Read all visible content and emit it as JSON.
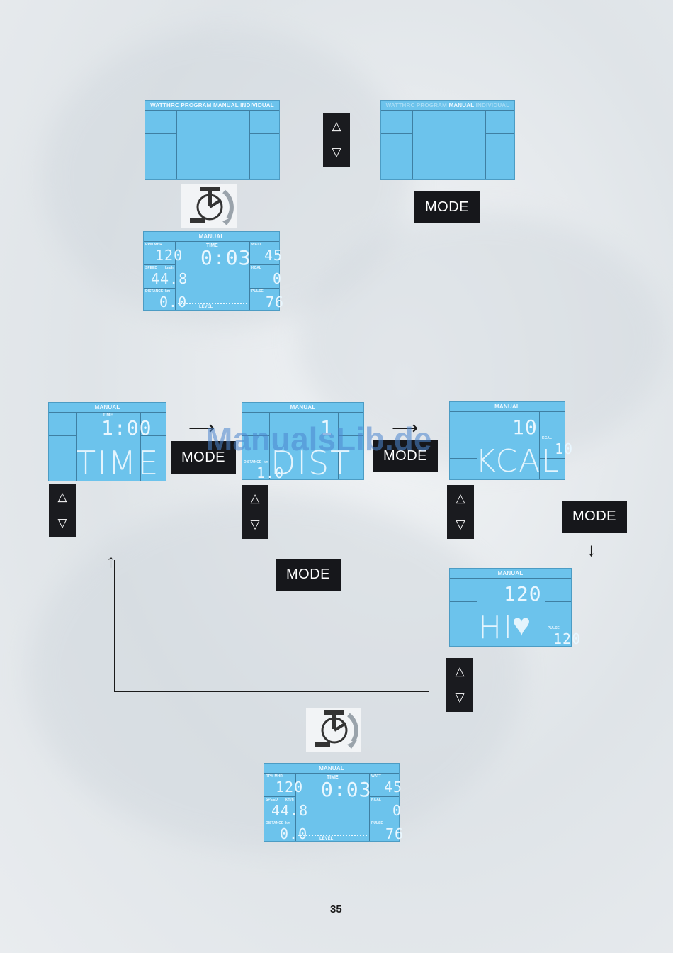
{
  "header_program_full": "WATTHRC PROGRAM MANUAL INDIVIDUAL",
  "header_parts": {
    "pre": "WATTHRC PROGRAM ",
    "active": "MANUAL",
    "post": " INDIVIDUAL"
  },
  "header_manual": "MANUAL",
  "mode_label": "MODE",
  "up_glyph": "△",
  "down_glyph": "▽",
  "run_display": {
    "rpm_label": "RPM MHR",
    "rpm": "120",
    "time_label": "TIME",
    "time": "0:03",
    "watt_label": "WATT",
    "watt": "45",
    "speed_label": "SPEED",
    "kmh_label": "km/h",
    "speed": "44.8",
    "kcal_label": "KCAL",
    "kcal": "0",
    "distance_label": "DISTANCE",
    "km_label": "km",
    "distance": "0.0",
    "pulse_label": "PULSE",
    "pulse": "76",
    "level_label": "LEVEL"
  },
  "set_time": {
    "time_label": "TIME",
    "value": "1:00",
    "word": "TIME"
  },
  "set_dist": {
    "value": "1",
    "distance_label": "DISTANCE",
    "km_label": "km",
    "small": "1.0",
    "word": "DIST"
  },
  "set_kcal": {
    "value": "10",
    "kcal_label": "KCAL",
    "small": "10",
    "word": "KCAL"
  },
  "set_hi": {
    "value": "120",
    "word": "HI",
    "heart": "♥",
    "pulse_label": "PULSE",
    "small": "120"
  },
  "watermark": "ManualsLib.de",
  "page_number": "35",
  "colors": {
    "lcd": "#6cc3ec",
    "button": "#16171b"
  }
}
